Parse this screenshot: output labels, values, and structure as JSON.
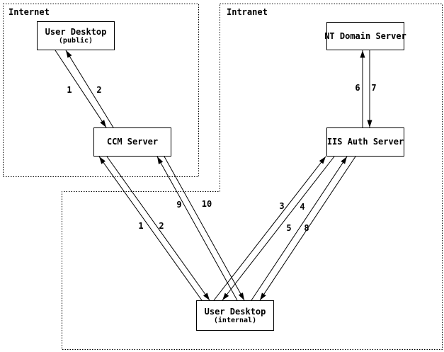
{
  "diagram": {
    "background_color": "#ffffff",
    "line_color": "#000000",
    "regions": [
      {
        "label": "Internet"
      },
      {
        "label": "Intranet"
      }
    ],
    "nodes": [
      {
        "label": "User Desktop",
        "sublabel": "(public)",
        "region": "Internet"
      },
      {
        "label": "CCM Server",
        "region": "Internet"
      },
      {
        "label": "NT Domain Server",
        "region": "Intranet"
      },
      {
        "label": "IIS Auth Server",
        "region": "Intranet"
      },
      {
        "label": "User Desktop",
        "sublabel": "(internal)",
        "region": "Intranet"
      }
    ],
    "edges": [
      {
        "label": "1",
        "from": "User Desktop (public)",
        "to": "CCM Server"
      },
      {
        "label": "2",
        "from": "CCM Server",
        "to": "User Desktop (public)"
      },
      {
        "label": "1",
        "from": "User Desktop (internal)",
        "to": "CCM Server"
      },
      {
        "label": "2",
        "from": "CCM Server",
        "to": "User Desktop (internal)"
      },
      {
        "label": "9",
        "from": "User Desktop (internal)",
        "to": "CCM Server"
      },
      {
        "label": "10",
        "from": "CCM Server",
        "to": "User Desktop (internal)"
      },
      {
        "label": "3",
        "from": "User Desktop (internal)",
        "to": "IIS Auth Server"
      },
      {
        "label": "4",
        "from": "IIS Auth Server",
        "to": "User Desktop (internal)"
      },
      {
        "label": "5",
        "from": "User Desktop (internal)",
        "to": "IIS Auth Server"
      },
      {
        "label": "8",
        "from": "IIS Auth Server",
        "to": "User Desktop (internal)"
      },
      {
        "label": "6",
        "from": "IIS Auth Server",
        "to": "NT Domain Server"
      },
      {
        "label": "7",
        "from": "NT Domain Server",
        "to": "IIS Auth Server"
      }
    ]
  }
}
